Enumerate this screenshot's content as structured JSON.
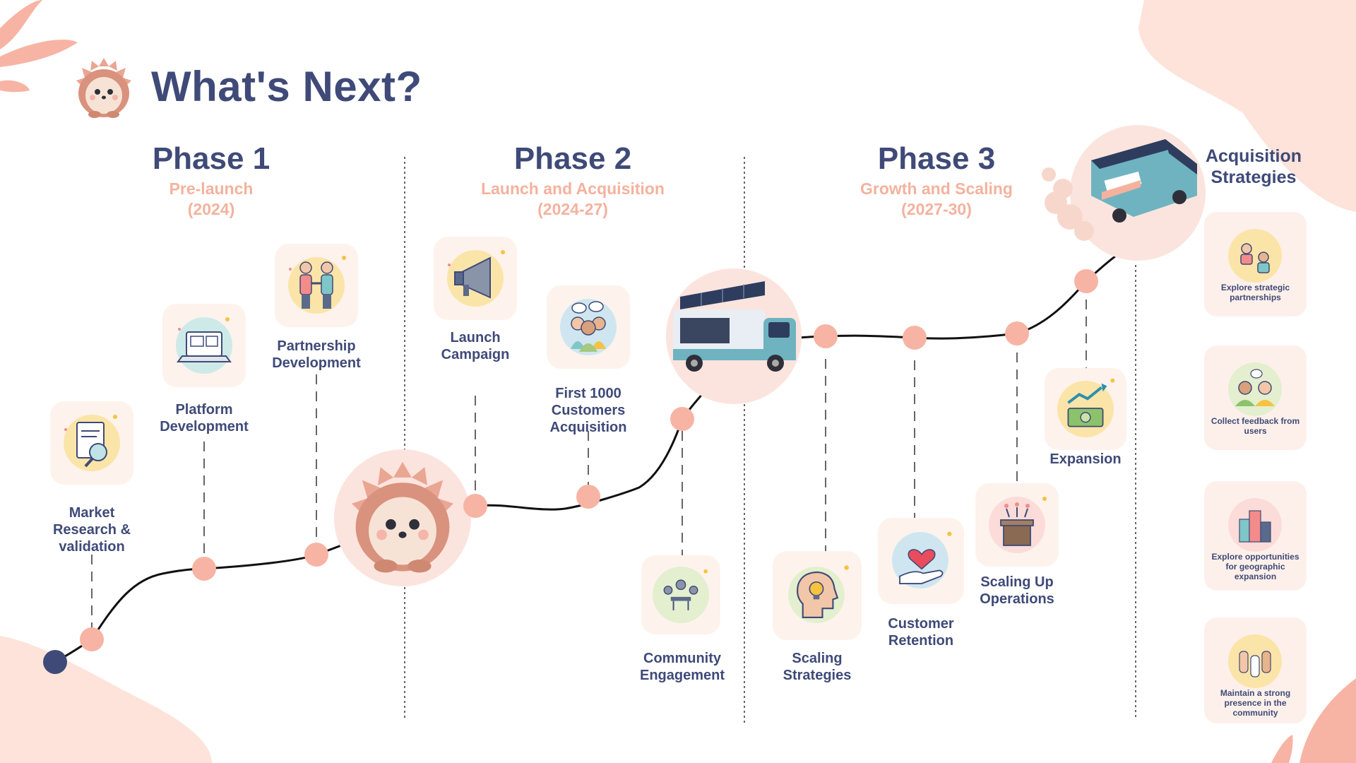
{
  "title": "What's Next?",
  "phases": [
    {
      "title": "Phase 1",
      "subtitle": "Pre-launch",
      "years": "(2024)"
    },
    {
      "title": "Phase 2",
      "subtitle": "Launch and Acquisition",
      "years": "(2024-27)"
    },
    {
      "title": "Phase 3",
      "subtitle": "Growth and Scaling",
      "years": "(2027-30)"
    }
  ],
  "milestones": [
    {
      "label": "Market\nResearch &\nvalidation",
      "icon": "research-icon"
    },
    {
      "label": "Platform\nDevelopment",
      "icon": "laptop-icon"
    },
    {
      "label": "Partnership\nDevelopment",
      "icon": "handshake-icon"
    },
    {
      "label": "Launch\nCampaign",
      "icon": "megaphone-icon"
    },
    {
      "label": "First 1000\nCustomers\nAcquisition",
      "icon": "customers-icon"
    },
    {
      "label": "Community\nEngagement",
      "icon": "meeting-icon"
    },
    {
      "label": "Scaling\nStrategies",
      "icon": "idea-head-icon"
    },
    {
      "label": "Customer\nRetention",
      "icon": "heart-hand-icon"
    },
    {
      "label": "Scaling Up\nOperations",
      "icon": "box-arrows-icon"
    },
    {
      "label": "Expansion",
      "icon": "money-growth-icon"
    }
  ],
  "acquisition": {
    "title": "Acquisition\nStrategies",
    "items": [
      {
        "text": "Explore strategic partnerships",
        "icon": "partners-icon"
      },
      {
        "text": "Collect feedback from users",
        "icon": "feedback-icon"
      },
      {
        "text": "Explore opportunities for geographic expansion",
        "icon": "buildings-icon"
      },
      {
        "text": "Maintain a strong presence in the community",
        "icon": "raised-hands-icon"
      }
    ]
  },
  "colors": {
    "navy": "#3f4a78",
    "peach": "#f4b29e",
    "dot": "#f7b4a4",
    "blob": "#fde3d9"
  }
}
